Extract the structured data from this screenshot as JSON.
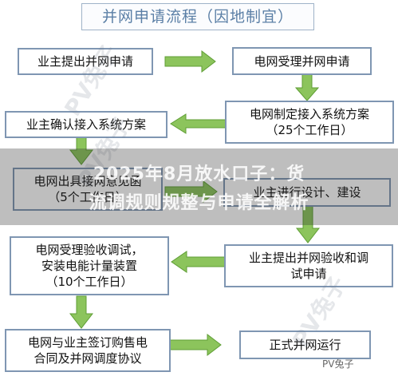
{
  "title": "并网申请流程（因地制宜）",
  "steps": {
    "s1": [
      "业主提出并网申请"
    ],
    "s2": [
      "电网受理并网申请"
    ],
    "s3": [
      "电网制定接入系统方案",
      "（25个工作日）"
    ],
    "s4": [
      "业主确认接入系统方案"
    ],
    "s5": [
      "电网出具接网意见函",
      "（5个工作日）"
    ],
    "s6": [
      "业主进行设计、建设"
    ],
    "s7": [
      "业主提出并网验收和调",
      "试申请"
    ],
    "s8": [
      "电网受理验收调试，",
      "安装电能计量装置",
      "（10个工作日）"
    ],
    "s9": [
      "电网与业主签订购售电",
      "合同及并网调度协议"
    ],
    "s10": [
      "正式并网运行"
    ]
  },
  "overlay": {
    "line1": "2025年8月放水口子：货",
    "line2": "流调规则规整与申请全解析"
  },
  "watermark": "PV兔子",
  "logo": "PV兔子",
  "colors": {
    "arrow_fill": "#8cc45c",
    "arrow_stroke": "#5f9e35",
    "box_border": "#7f96b2",
    "title_text": "#5b7fa6"
  }
}
